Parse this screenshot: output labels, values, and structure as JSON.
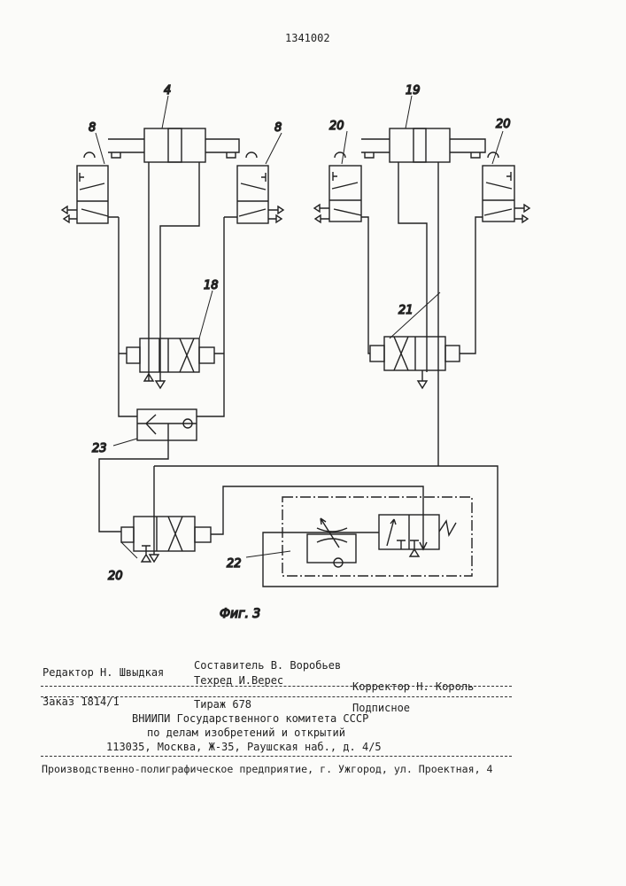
{
  "doc_number": "1341002",
  "figure": {
    "caption": "Фиг. 3",
    "labels": {
      "cyl_left": "4",
      "sensor_left_a": "8",
      "sensor_left_b": "8",
      "cyl_right": "19",
      "sensor_right_a": "20",
      "sensor_right_b": "20",
      "valve_18": "18",
      "valve_21": "21",
      "valve_bottom": "20",
      "shuttle": "23",
      "timer": "22"
    }
  },
  "colophon": {
    "editor": "Редактор Н. Швыдкая",
    "compiler": "Составитель  В. Воробьев",
    "techred": "Техред И.Верес",
    "corrector": "Корректор Н. Король",
    "order": "Заказ 1814/1",
    "circulation": "Тираж 678",
    "subscription": "Подписное",
    "org_line1": "ВНИИПИ Государственного комитета СССР",
    "org_line2": "по делам изобретений и открытий",
    "org_line3": "113035, Москва, Ж-35, Раушская наб., д. 4/5",
    "printer": "Производственно-полиграфическое предприятие, г. Ужгород, ул. Проектная, 4"
  }
}
